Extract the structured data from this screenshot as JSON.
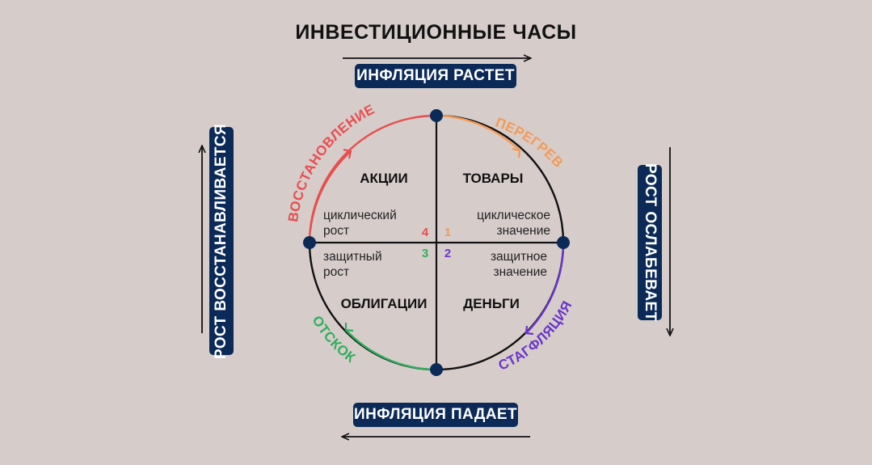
{
  "title": "ИНВЕСТИЦИОННЫЕ ЧАСЫ",
  "axes": {
    "top": "ИНФЛЯЦИЯ РАСТЕТ",
    "bottom": "ИНФЛЯЦИЯ ПАДАЕТ",
    "left": "РОСТ ВОССТАНАВЛИВАЕТСЯ",
    "right": "РОСТ ОСЛАБЕВАЕТ"
  },
  "quadrants": {
    "top_left": {
      "title": "АКЦИИ",
      "line1": "циклический",
      "line2": "рост",
      "number": "4"
    },
    "top_right": {
      "title": "ТОВАРЫ",
      "line1": "циклическое",
      "line2": "значение",
      "number": "1"
    },
    "bottom_right": {
      "title": "ДЕНЬГИ",
      "line1": "защитное",
      "line2": "значение",
      "number": "2"
    },
    "bottom_left": {
      "title": "ОБЛИГАЦИИ",
      "line1": "защитный",
      "line2": "рост",
      "number": "3"
    }
  },
  "phases": {
    "recovery": "ВОССТАНОВЛЕНИЕ",
    "overheat": "ПЕРЕГРЕВ",
    "stagflation": "СТАГФЛЯЦИЯ",
    "rebound": "ОТСКОК"
  },
  "colors": {
    "background": "#d6cdcb",
    "navy": "#0b2a58",
    "recovery": "#e84e4e",
    "overheat": "#f39a57",
    "stagflation": "#6a35c9",
    "rebound": "#2fae5b"
  }
}
